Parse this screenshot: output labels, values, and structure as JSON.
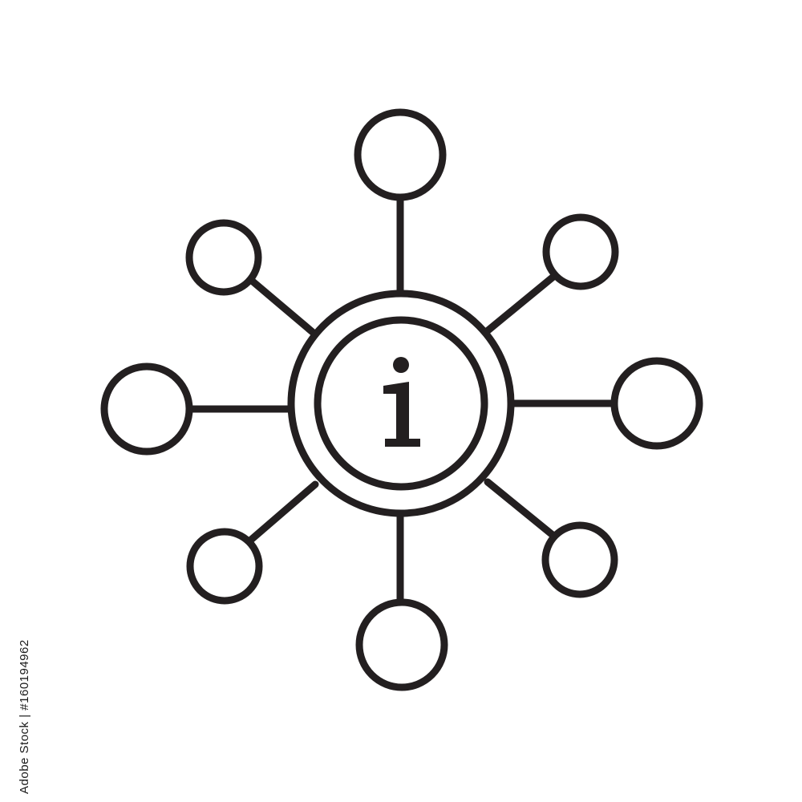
{
  "icon": {
    "name": "information-network-icon",
    "center_glyph": "i",
    "stroke_color": "#231f20",
    "background_color": "#ffffff",
    "satellite_node_count": 8
  },
  "watermark": {
    "stock_id": "Adobe Stock | #160194962"
  }
}
